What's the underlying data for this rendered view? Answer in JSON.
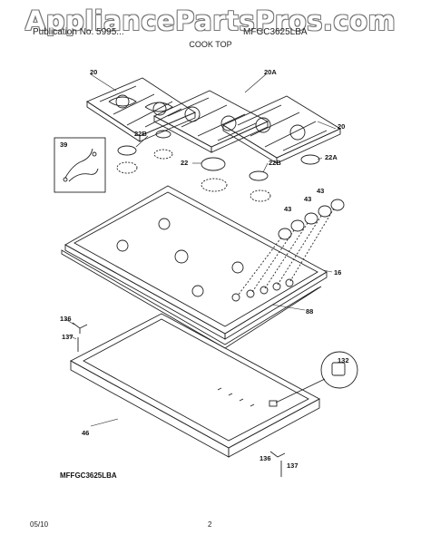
{
  "watermark": "AppliancePartsPros.com",
  "header": {
    "publication_text": "Publication No. 5995...",
    "model_text": "MFGC3625LBA",
    "section_title": "COOK TOP"
  },
  "callouts": {
    "c20_left": "20",
    "c20a": "20A",
    "c20_right": "20",
    "c39": "39",
    "c22b_left": "22B",
    "c22": "22",
    "c22b_right": "22B",
    "c22a": "22A",
    "c43a": "43",
    "c43b": "43",
    "c43c": "43",
    "c16": "16",
    "c88": "88",
    "c136_top": "136",
    "c137_top": "137",
    "c132": "132",
    "c46": "46",
    "c136_bottom": "136",
    "c137_bottom": "137"
  },
  "model_label": "MFFGC3625LBA",
  "footer": {
    "date": "05/10",
    "page": "2"
  }
}
